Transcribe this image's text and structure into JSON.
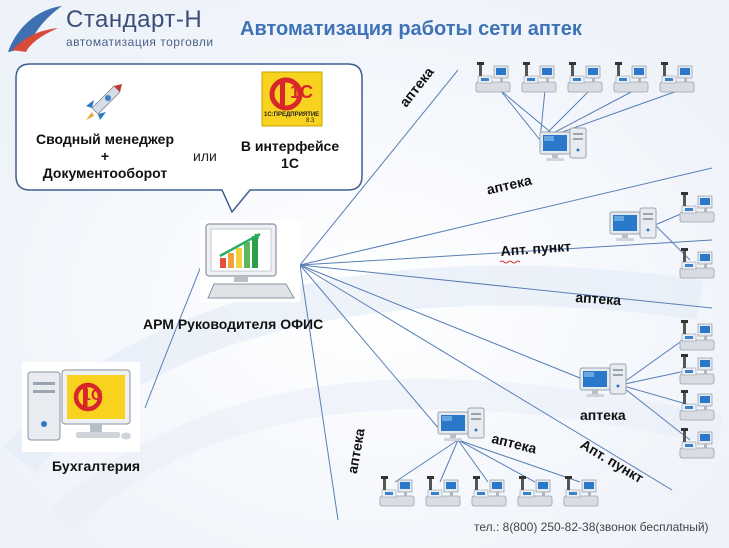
{
  "logo": {
    "brand": "Стандарт-Н",
    "tagline": "автоматизация торговли"
  },
  "title": "Автоматизация  работы сети аптек",
  "callout": {
    "left_line1": "Сводный менеджер",
    "left_line2": "+",
    "left_line3": "Документооборот",
    "or": "или",
    "right_line1": "В интерфейсе",
    "right_line2": "1С",
    "badge_1c": "1С",
    "badge_sub": "1С:ПРЕДПРИЯТИЕ",
    "badge_ver": "8.3"
  },
  "office": {
    "label": "АРМ Руководителя ОФИС"
  },
  "accounting": {
    "label": "Бухгалтерия",
    "badge": "1С"
  },
  "links": {
    "apteka_top": "аптека",
    "apteka_2": "аптека",
    "apt_punkt_1": "Апт. пункт",
    "apteka_4": "аптека",
    "apteka_5": "аптека",
    "apteka_6": "аптека",
    "apt_punkt_2": "Апт. пункт",
    "apteka_left": "аптека"
  },
  "footer": {
    "phone": "тел.: 8(800) 250-82-38(звонок бесплаtный)"
  },
  "colors": {
    "title_blue": "#3f73b5",
    "logo_navy": "#3a4e78",
    "line_blue": "#5a7fb5",
    "badge_yellow": "#f7d21e",
    "badge_red": "#d8262b"
  }
}
